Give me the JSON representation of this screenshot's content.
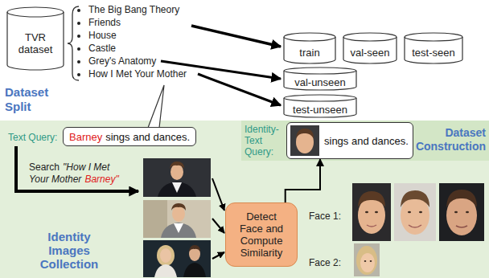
{
  "diagram": {
    "nodes": [
      {
        "text": [
          "TVR dataset"
        ]
      },
      {
        "text": [
          "train"
        ]
      },
      {
        "text": [
          "val-seen"
        ]
      },
      {
        "text": [
          "test-seen"
        ]
      },
      {
        "text": [
          "val-unseen"
        ]
      },
      {
        "text": [
          "test-unseen"
        ]
      },
      {
        "text": [
          "Identity-Text Query:",
          "Dataset Construction"
        ]
      },
      {
        "text": [
          "sings and dances."
        ],
        "in": 6
      },
      {
        "text": [
          "Barney",
          "sings and dances."
        ]
      },
      {
        "text": [
          "Detect Face and Compute Similarity"
        ]
      }
    ],
    "edges": [
      {
        "from": 9,
        "to": 7,
        "arrow": "to"
      }
    ],
    "labels": [
      "The Big Bang Theory",
      "Friends",
      "House",
      "Castle",
      "Grey's Anatomy",
      "How I Met Your Mother",
      "Dataset Split",
      "Text Query:",
      "Search",
      "\"How I Met Your Mother",
      "Barney\"",
      "Identity Images Collection",
      "Face 1:",
      "Face 2:"
    ]
  }
}
